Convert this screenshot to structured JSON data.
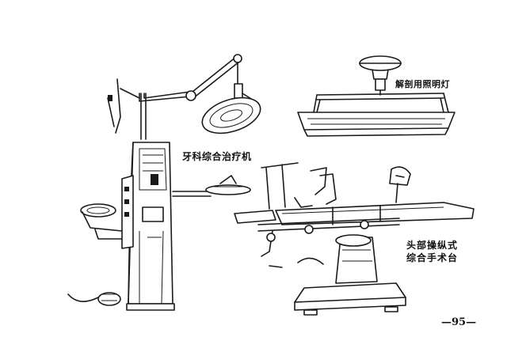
{
  "labels": {
    "surgical_lamp": "解剖用照明灯",
    "dental_unit": "牙科综合治疗机",
    "operating_table_line1": "头部操纵式",
    "operating_table_line2": "综合手术台"
  },
  "page_number": "—95—",
  "colors": {
    "ink": "#1a1a1a",
    "paper": "#ffffff"
  }
}
